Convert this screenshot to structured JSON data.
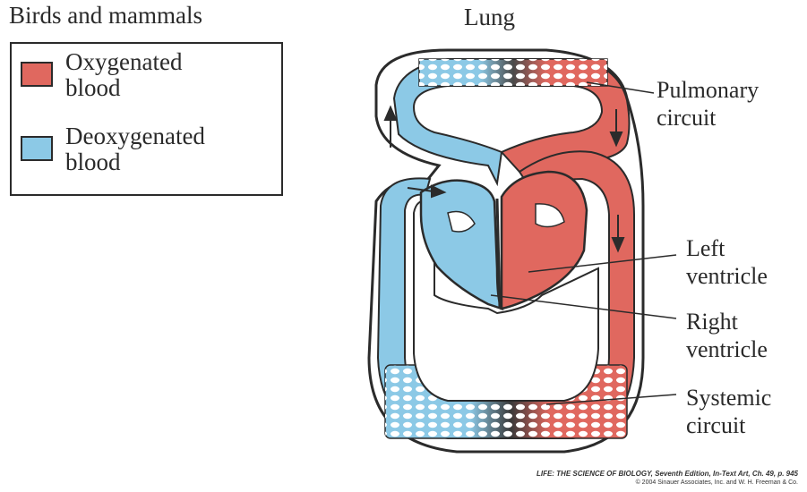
{
  "title": "Birds and mammals",
  "legend": {
    "oxygenated": {
      "line1": "Oxygenated",
      "line2": "blood",
      "color": "#e0685f"
    },
    "deoxygenated": {
      "line1": "Deoxygenated",
      "line2": "blood",
      "color": "#8cc9e6"
    }
  },
  "diagram": {
    "lung_label": "Lung",
    "pulmonary_circuit": {
      "line1": "Pulmonary",
      "line2": "circuit"
    },
    "left_ventricle": {
      "line1": "Left",
      "line2": "ventricle"
    },
    "right_ventricle": {
      "line1": "Right",
      "line2": "ventricle"
    },
    "systemic_circuit": {
      "line1": "Systemic",
      "line2": "circuit"
    }
  },
  "credit": {
    "line1": "LIFE: THE SCIENCE OF BIOLOGY, Seventh Edition, In-Text Art, Ch. 49, p. 945",
    "line2": "© 2004 Sinauer Associates, Inc. and W. H. Freeman & Co."
  }
}
